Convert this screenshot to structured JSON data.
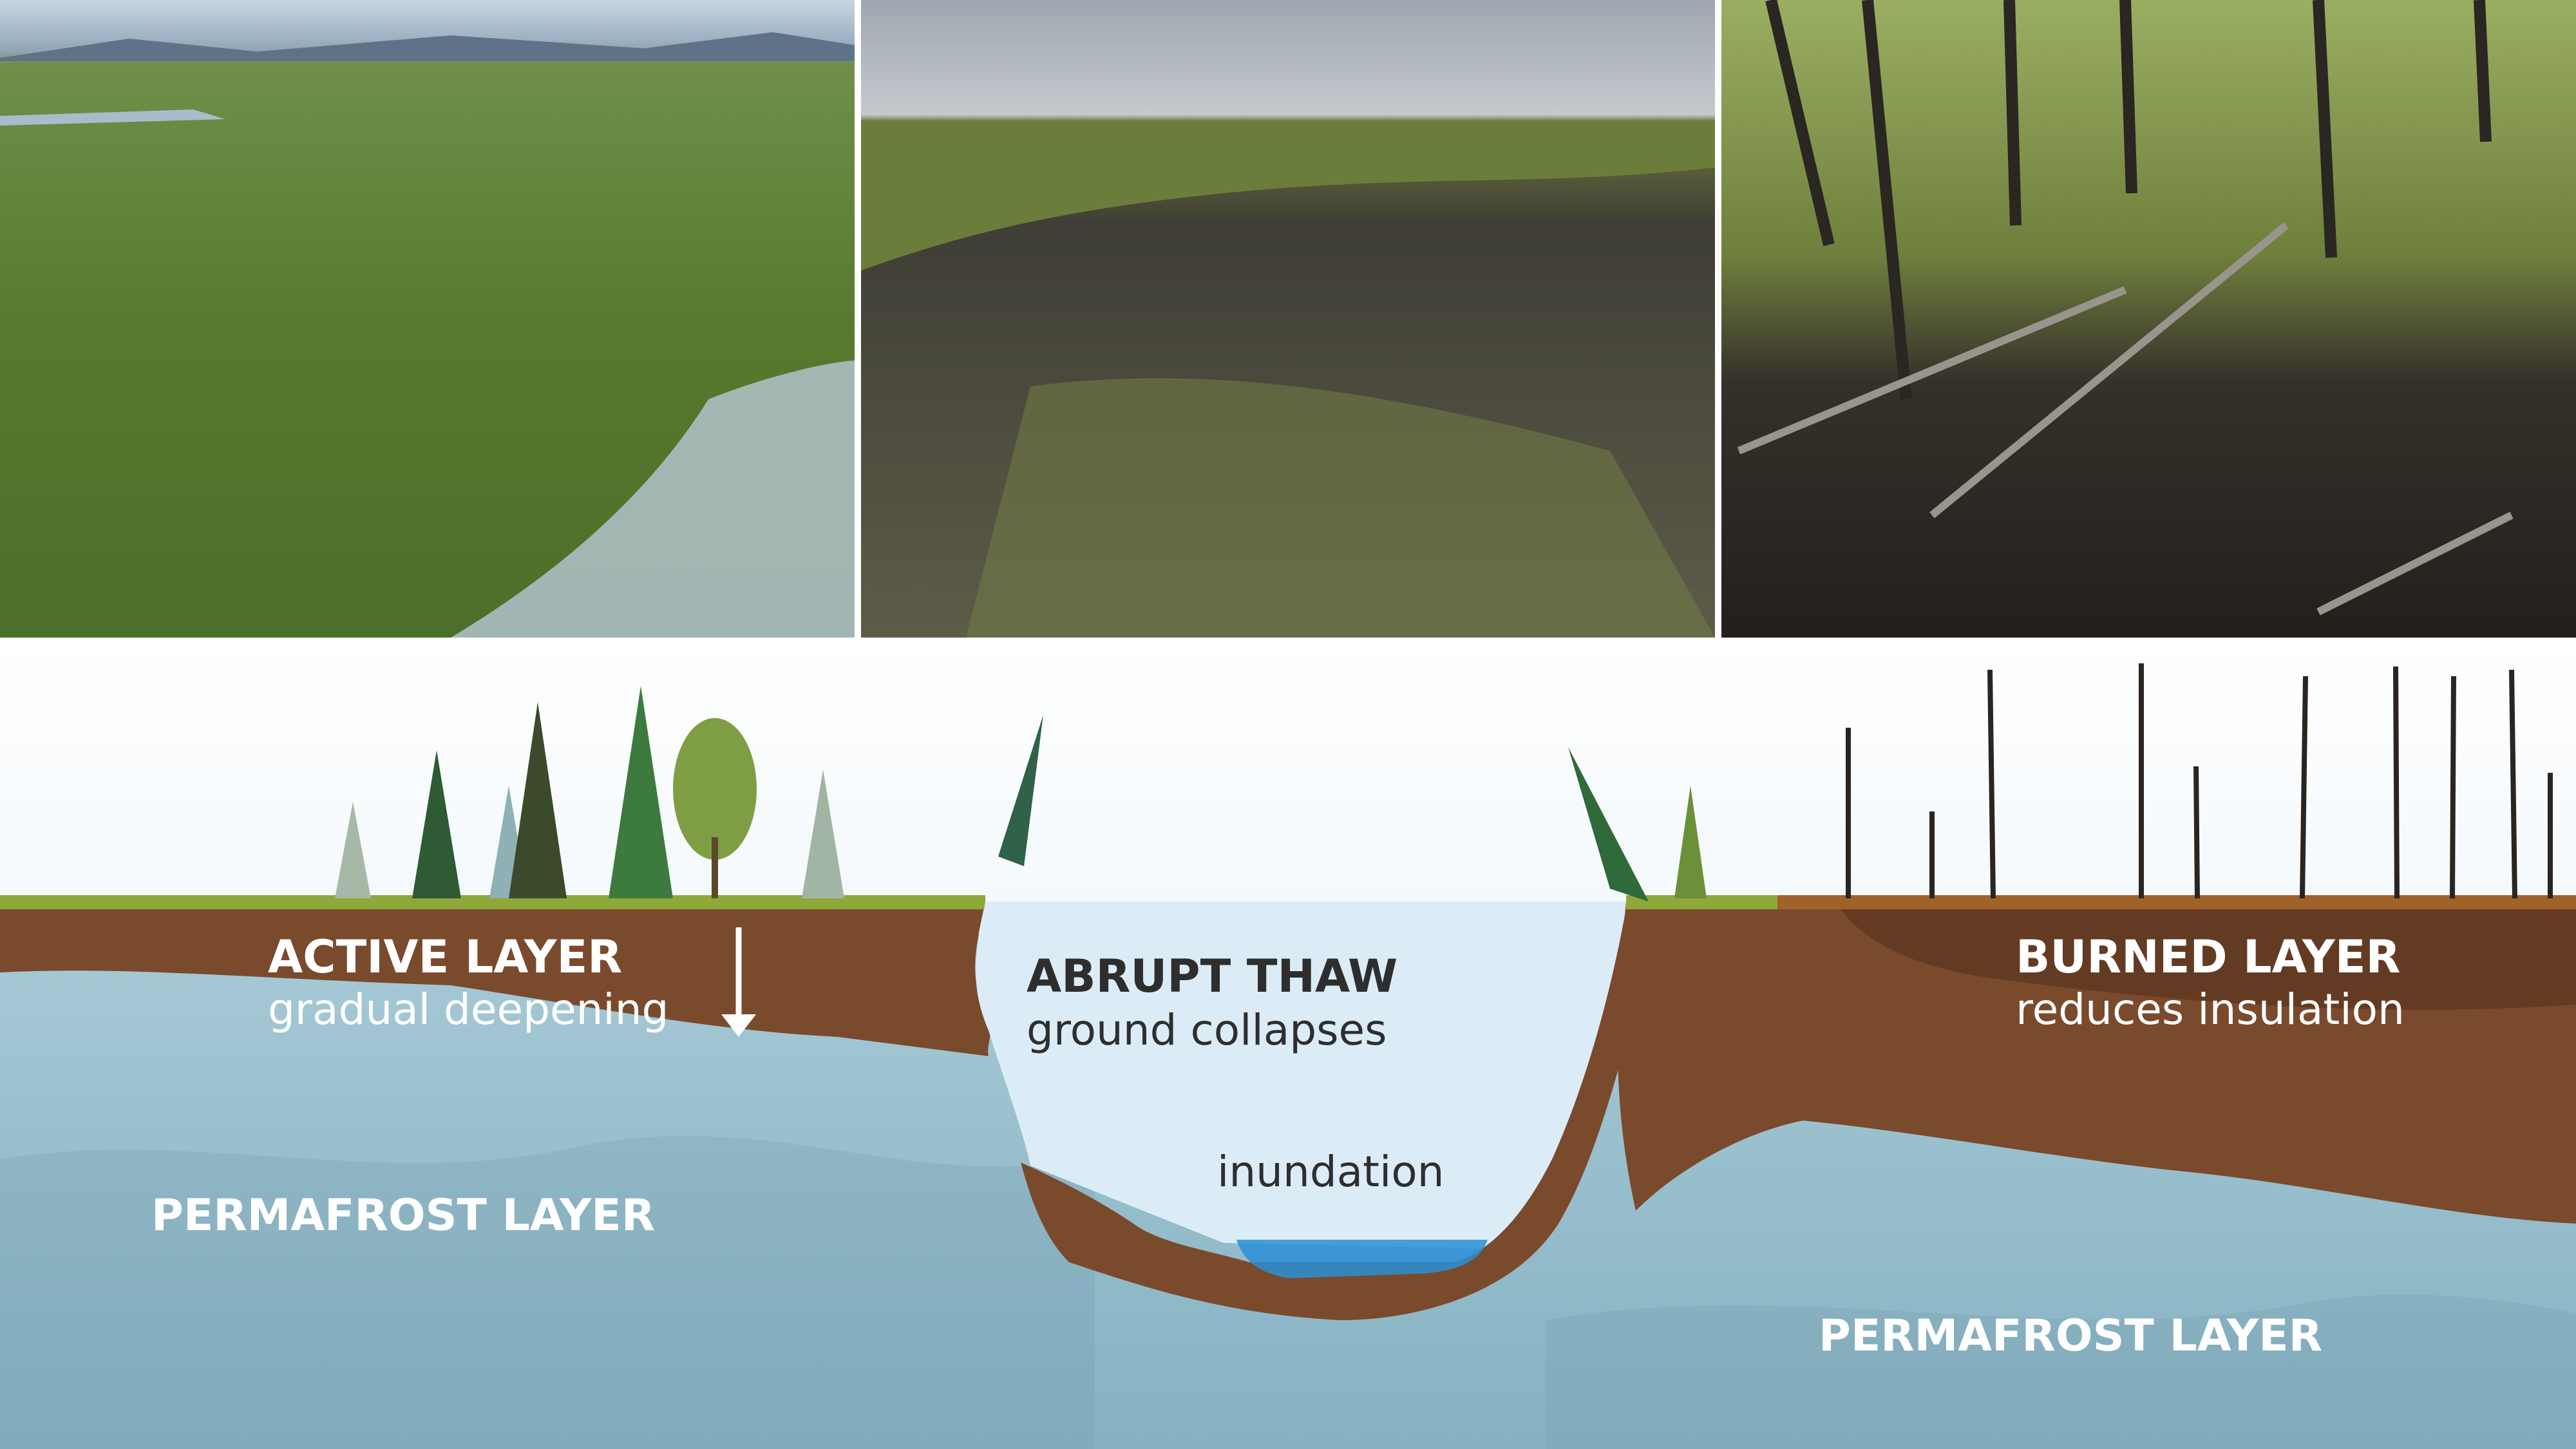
{
  "photos": [
    {
      "name": "tundra-wetland-photo"
    },
    {
      "name": "abrupt-thaw-slump-photo"
    },
    {
      "name": "burned-forest-photo"
    }
  ],
  "diagram": {
    "active_layer": {
      "title": "ACTIVE LAYER",
      "subtitle": "gradual deepening"
    },
    "abrupt_thaw": {
      "title": "ABRUPT THAW",
      "subtitle": "ground collapses"
    },
    "inundation": "inundation",
    "burned_layer": {
      "title": "BURNED LAYER",
      "subtitle": "reduces insulation"
    },
    "permafrost_left": "PERMAFROST LAYER",
    "permafrost_right": "PERMAFROST LAYER"
  },
  "colors": {
    "soil": "#7a4a2c",
    "permafrost": "#8fbac8",
    "sky": "#e4f1fa",
    "water": "#2a8fd6",
    "label_light": "#ffffff",
    "label_dark": "#2e2e2e"
  }
}
